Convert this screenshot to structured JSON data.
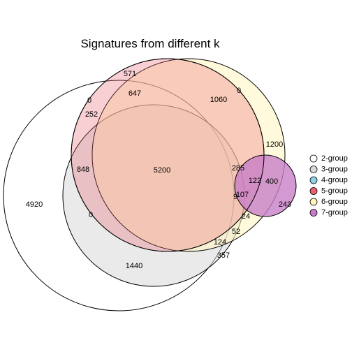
{
  "chart_data": {
    "type": "venn",
    "title": "Signatures from different k",
    "legend_placement": "right",
    "sets": [
      {
        "name": "2-group",
        "color": "#FFFFFF"
      },
      {
        "name": "3-group",
        "color": "#D9D9D9"
      },
      {
        "name": "4-group",
        "color": "#8FD1E6"
      },
      {
        "name": "5-group",
        "color": "#E8616E"
      },
      {
        "name": "6-group",
        "color": "#FFF6C0"
      },
      {
        "name": "7-group",
        "color": "#C77CC7"
      }
    ],
    "region_counts": [
      "571",
      "647",
      "0",
      "1060",
      "0",
      "252",
      "848",
      "5200",
      "1200",
      "285",
      "122",
      "400",
      "4920",
      "0",
      "107",
      "243",
      "9",
      "24",
      "52",
      "124",
      "357",
      "1440"
    ]
  }
}
